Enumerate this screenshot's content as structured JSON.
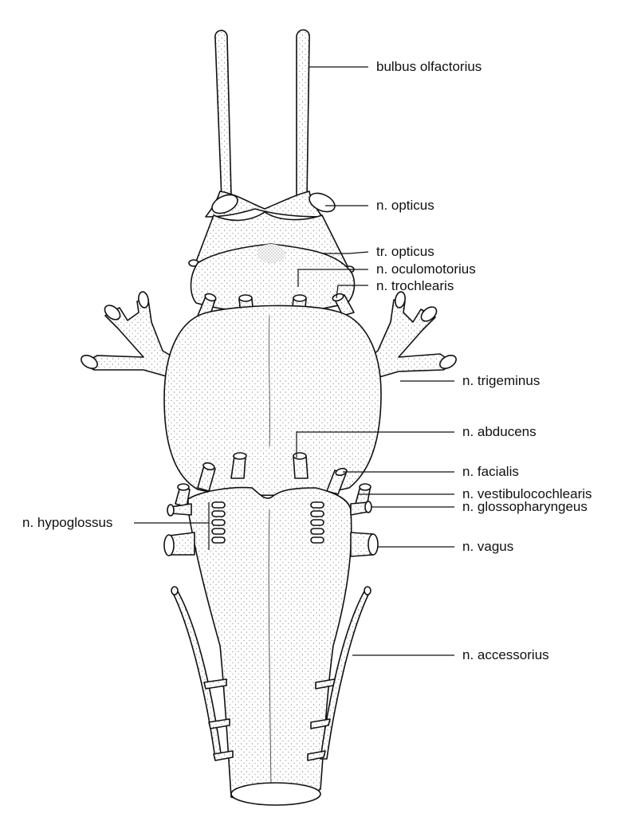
{
  "labels": {
    "bulbus_olfactorius": "bulbus olfactorius",
    "n_opticus": "n. opticus",
    "tr_opticus": "tr. opticus",
    "n_oculomotorius": "n. oculomotorius",
    "n_trochlearis": "n. trochlearis",
    "n_trigeminus": "n. trigeminus",
    "n_abducens": "n. abducens",
    "n_facialis": "n. facialis",
    "n_vestibulocochlearis": "n. vestibulocochlearis",
    "n_glossopharyngeus": "n. glossopharyngeus",
    "n_hypoglossus": "n. hypoglossus",
    "n_vagus": "n. vagus",
    "n_accessorius": "n. accessorius"
  }
}
